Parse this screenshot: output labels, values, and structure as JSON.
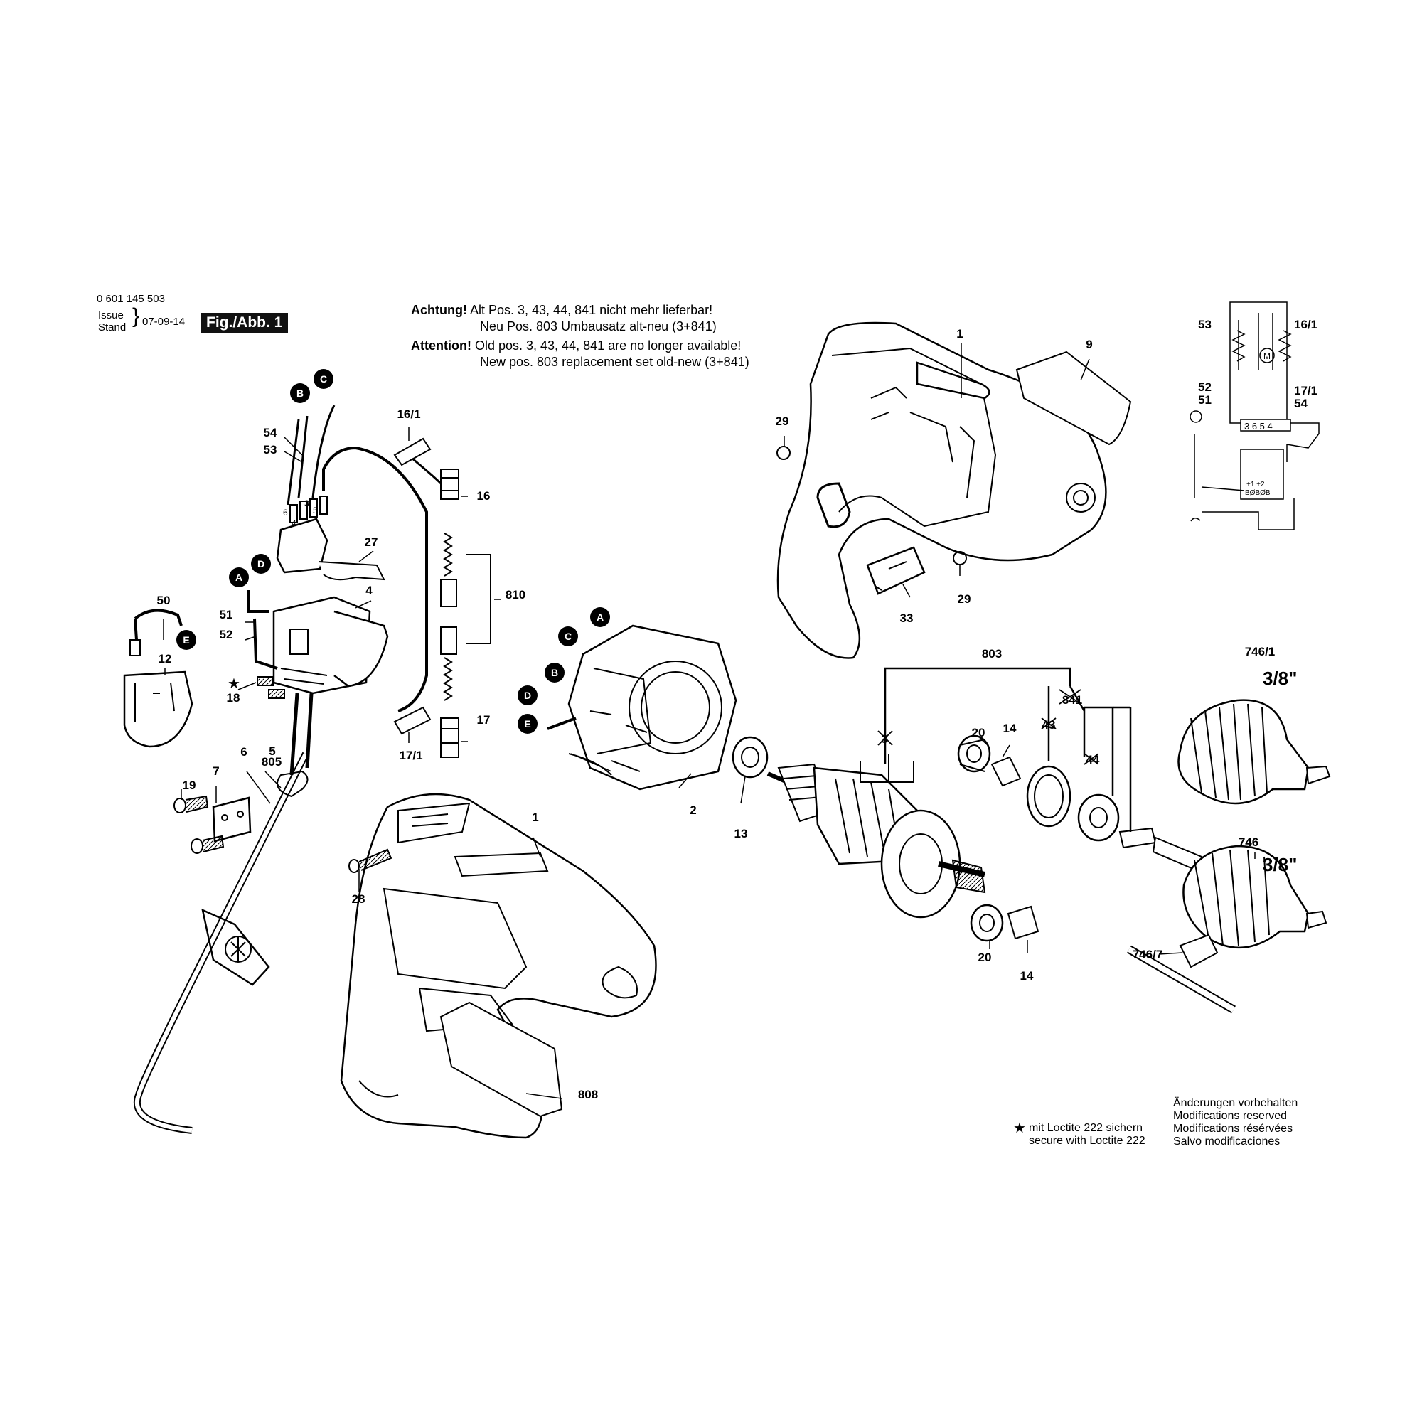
{
  "header": {
    "part_number": "0 601 145 503",
    "issue_label": "Issue",
    "stand_label": "Stand",
    "date": "07-09-14",
    "figure": "Fig./Abb. 1"
  },
  "notice": {
    "de_prefix": "Achtung!",
    "de_line1": " Alt Pos. 3, 43, 44, 841 nicht mehr lieferbar!",
    "de_line2": "Neu Pos. 803 Umbausatz alt-neu (3+841)",
    "en_prefix": "Attention!",
    "en_line1": " Old pos. 3, 43, 44, 841 are no longer available!",
    "en_line2": "New pos. 803 replacement set old-new (3+841)"
  },
  "connectors": [
    "A",
    "B",
    "C",
    "D",
    "E"
  ],
  "parts": {
    "p1": "1",
    "p2": "2",
    "p3": "3",
    "p4": "4",
    "p5": "5",
    "p6": "6",
    "p7": "7",
    "p9": "9",
    "p12": "12",
    "p13": "13",
    "p14": "14",
    "p16": "16",
    "p16_1": "16/1",
    "p17": "17",
    "p17_1": "17/1",
    "p18": "18",
    "p19": "19",
    "p20": "20",
    "p27": "27",
    "p28": "28",
    "p29": "29",
    "p33": "33",
    "p43": "43",
    "p44": "44",
    "p50": "50",
    "p51": "51",
    "p52": "52",
    "p53": "53",
    "p54": "54",
    "p746": "746",
    "p746_1": "746/1",
    "p746_7": "746/7",
    "p803": "803",
    "p805": "805",
    "p808": "808",
    "p810": "810",
    "p841": "841"
  },
  "chuck_size": "3/8\"",
  "switch_terminals": [
    "6",
    "3",
    "4",
    "5"
  ],
  "schematic": {
    "terminals": "3 6 5 4",
    "motor": "M",
    "positions": "+1 +2",
    "codes": "BØBØB"
  },
  "loctite": {
    "star": "★",
    "de": "mit Loctite 222 sichern",
    "en": "secure with Loctite 222"
  },
  "modifications": [
    "Änderungen vorbehalten",
    "Modifications reserved",
    "Modifications résérvées",
    "Salvo modificaciones"
  ]
}
